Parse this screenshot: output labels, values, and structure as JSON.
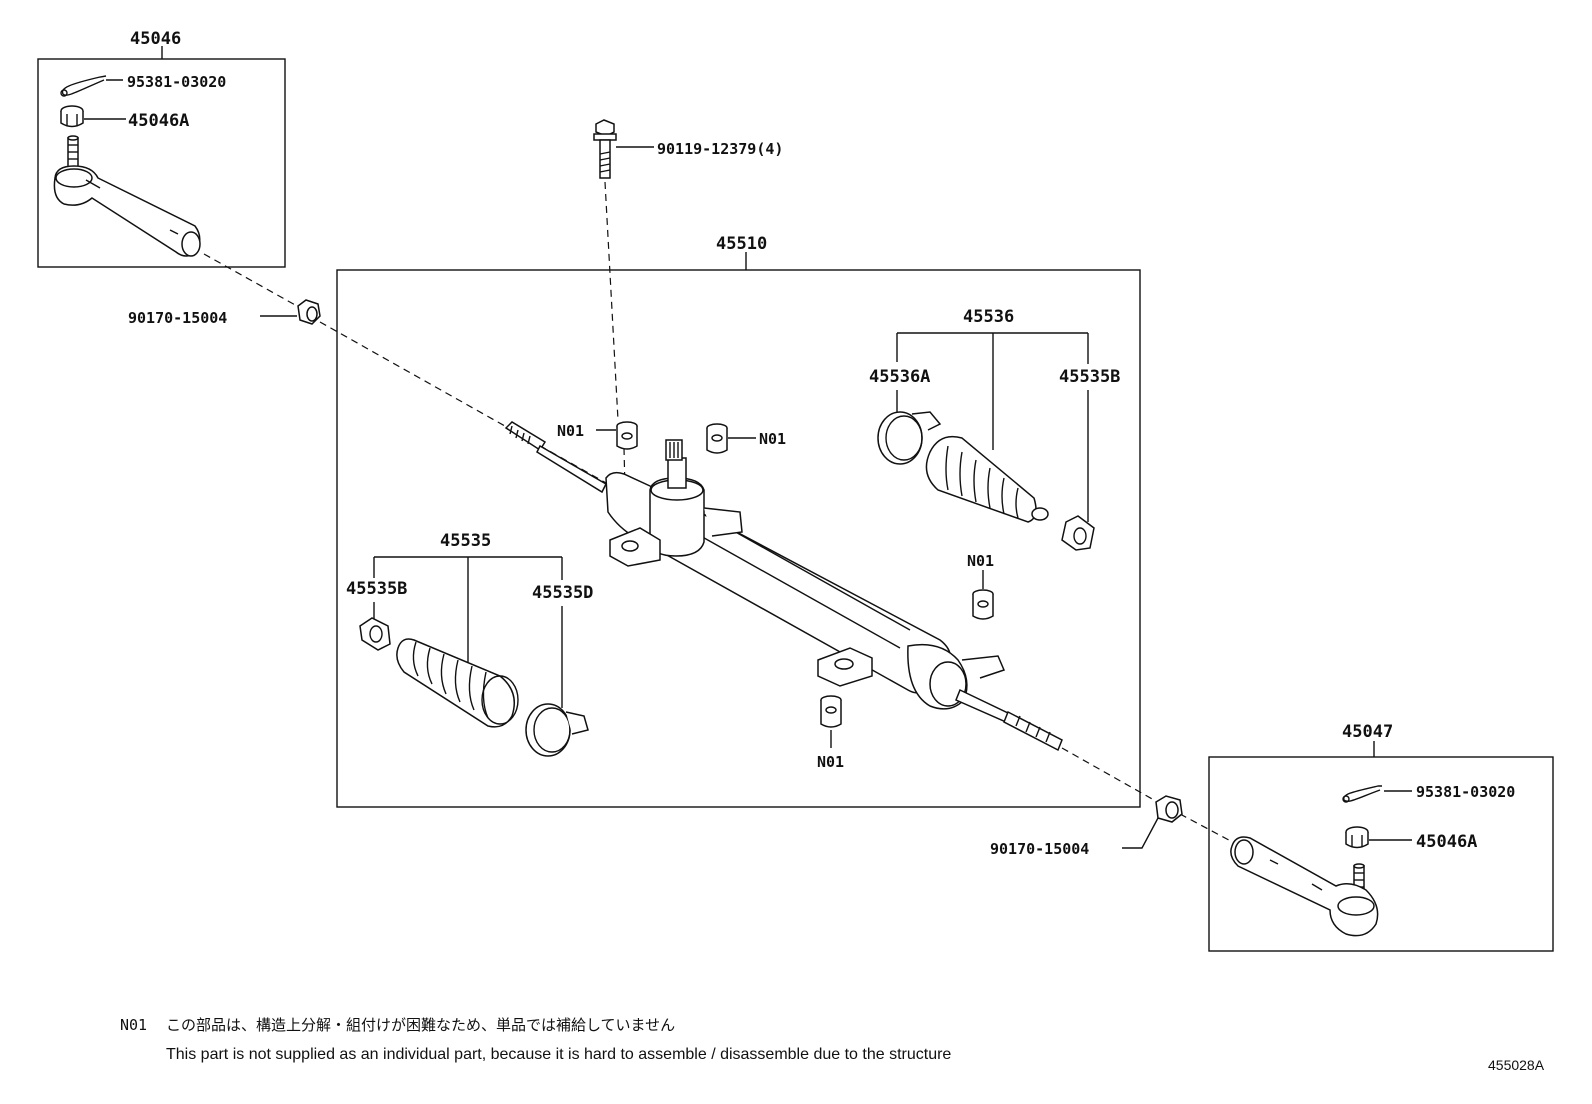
{
  "diagram": {
    "figure_id": "455028A",
    "labels": {
      "tie_rod_end_left": "45046",
      "cotter_pin_left": "95381-03020",
      "nut_left": "45046A",
      "bolt": "90119-12379(4)",
      "gear_assy": "45510",
      "nut_90170_left": "90170-15004",
      "n01_a": "N01",
      "n01_b": "N01",
      "n01_c": "N01",
      "n01_d": "N01",
      "boot_set_right": "45536",
      "clamp_right_big": "45536A",
      "clip_right": "45535B",
      "boot_set_left": "45535",
      "clip_left": "45535B",
      "clamp_left": "45535D",
      "tie_rod_end_right": "45047",
      "cotter_pin_right": "95381-03020",
      "nut_right": "45046A",
      "nut_90170_right": "90170-15004"
    },
    "note": {
      "code": "N01",
      "japanese": "この部品は、構造上分解・組付けが困難なため、単品では補給していません",
      "english": "This part is not supplied as an individual part, because it is hard to assemble / disassemble due to the structure"
    }
  }
}
